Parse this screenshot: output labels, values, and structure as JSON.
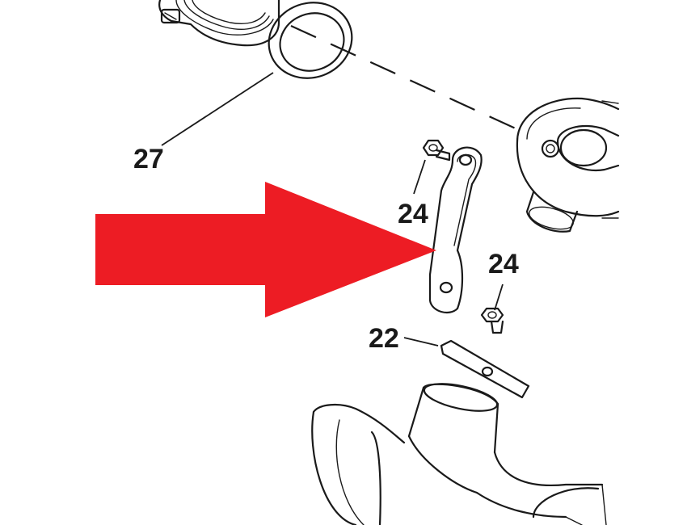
{
  "callouts": {
    "gasket_ring": "27",
    "bolt_upper": "24",
    "bolt_lower": "24",
    "clamp_block": "22"
  },
  "arrow": {
    "color": "#ed1c24"
  }
}
